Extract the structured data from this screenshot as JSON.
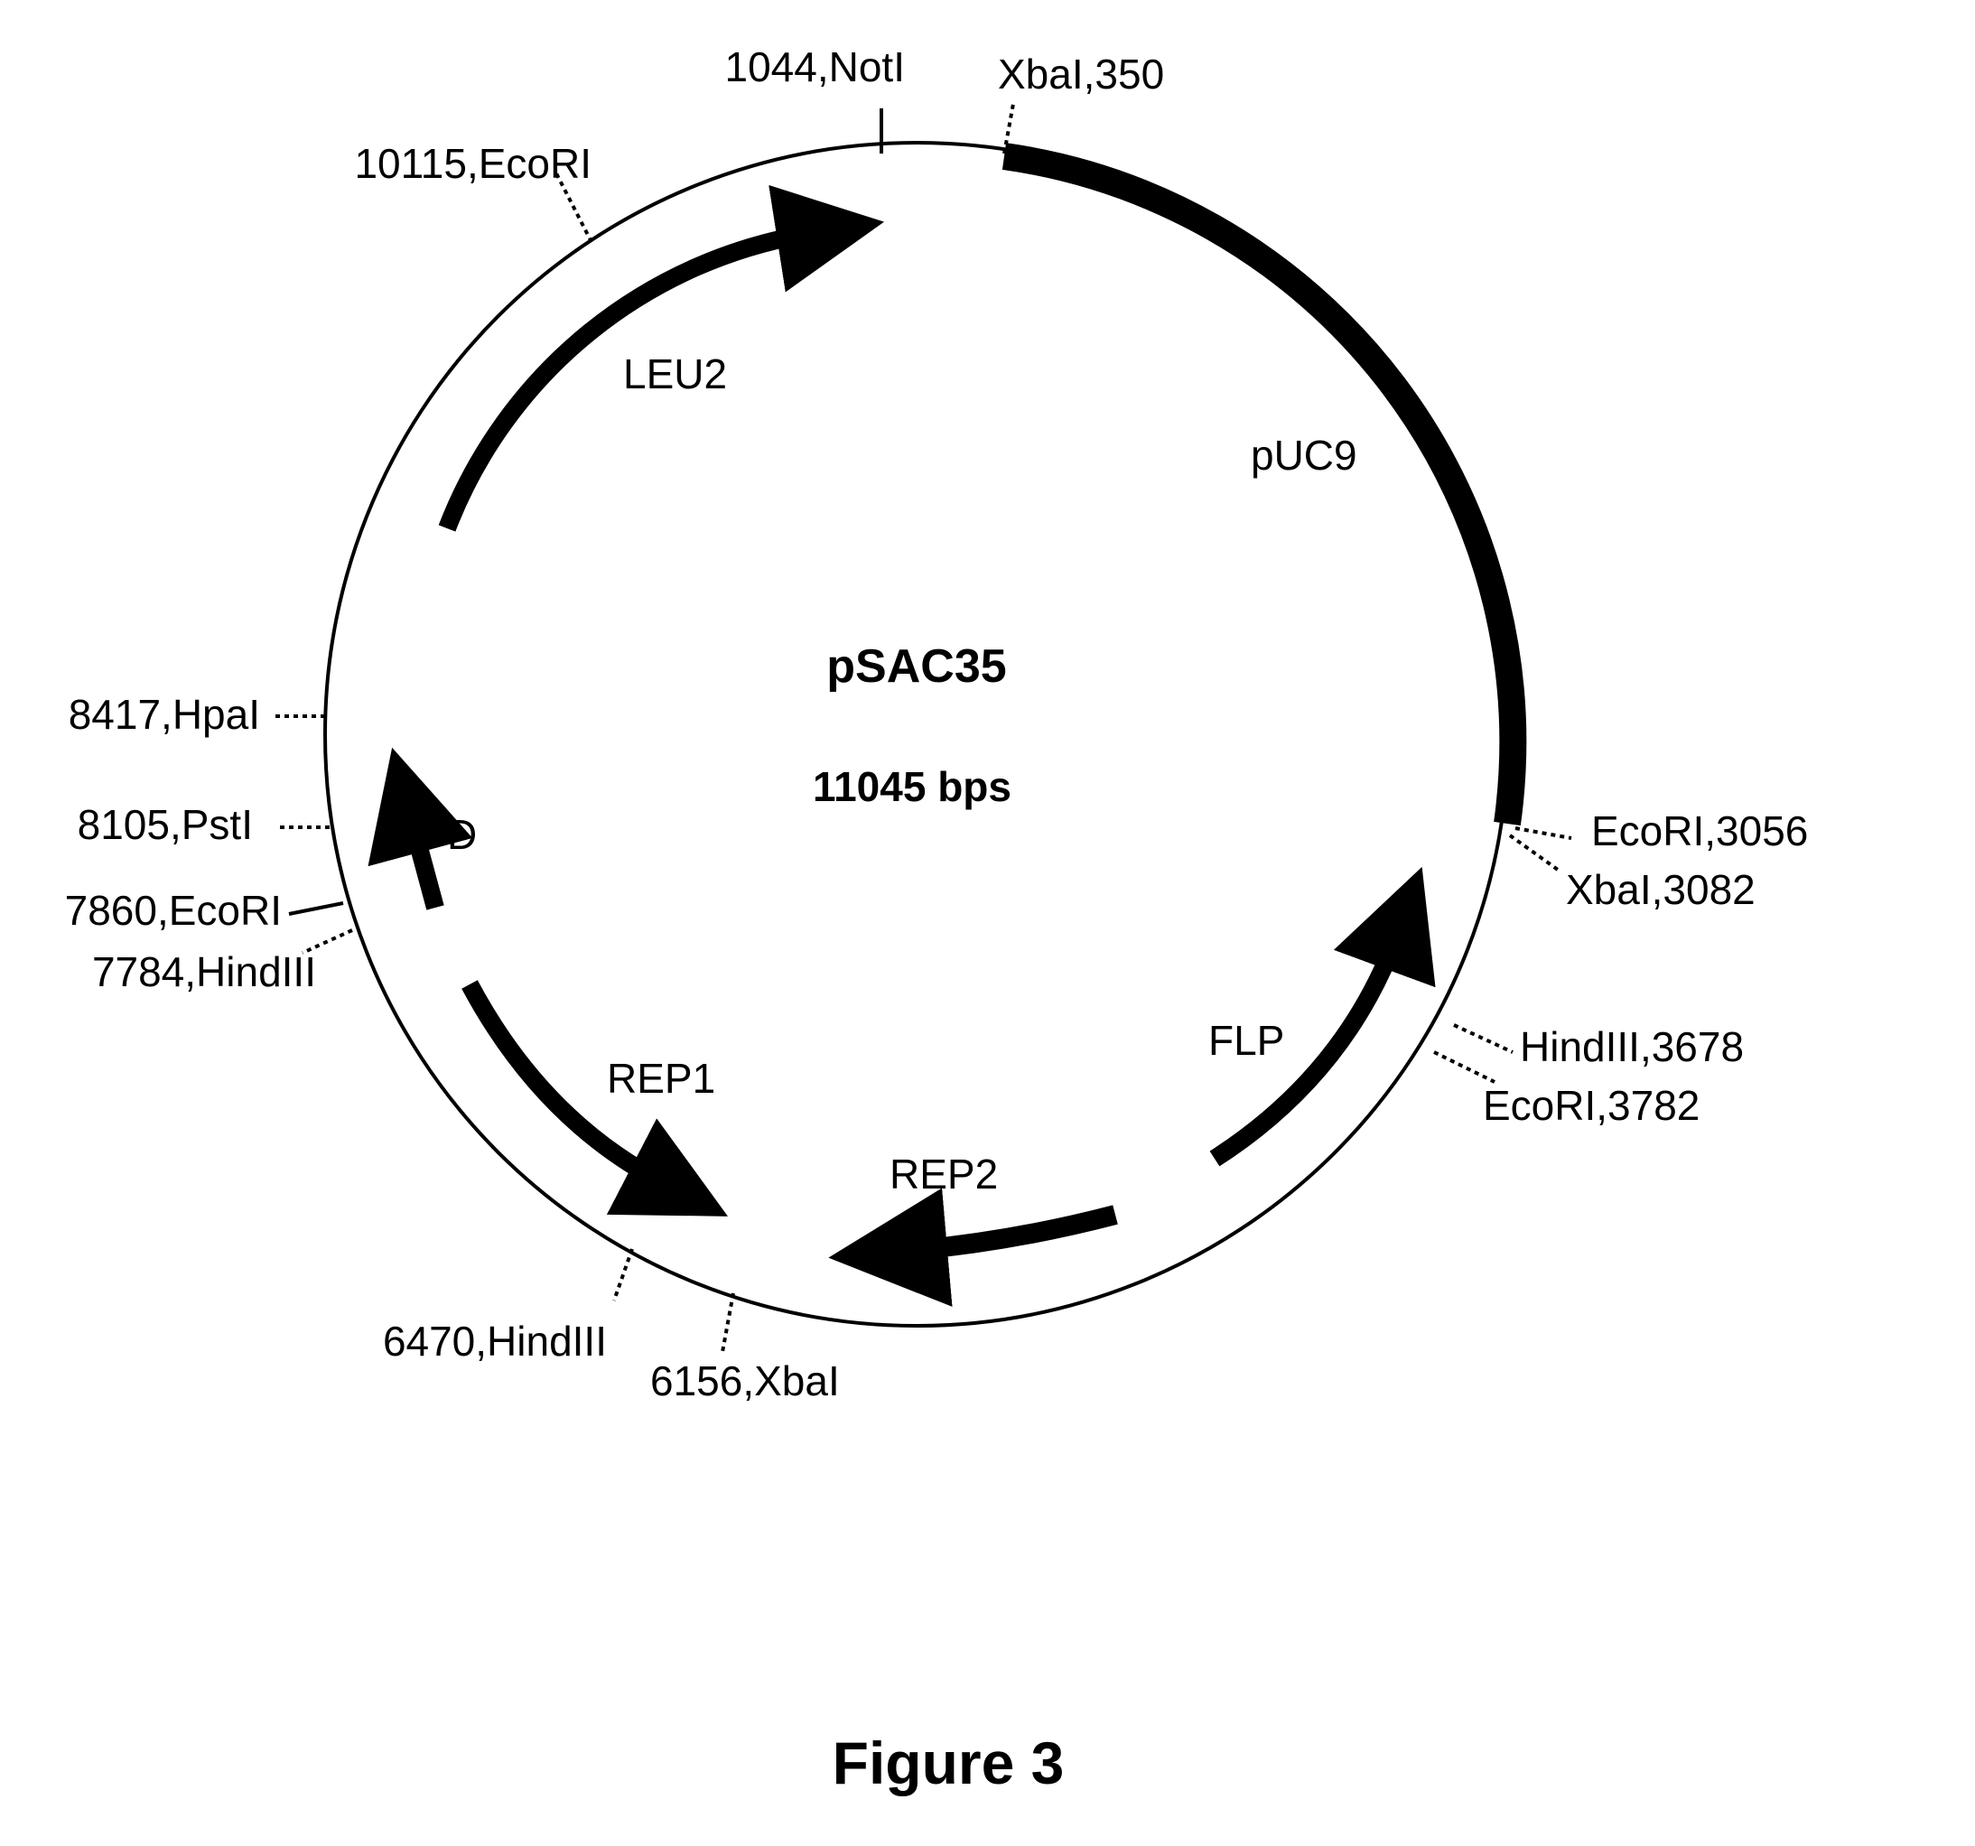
{
  "plasmid": {
    "name": "pSAC35",
    "size_label": "11045 bps"
  },
  "caption": "Figure 3",
  "features": [
    {
      "name": "pUC9"
    },
    {
      "name": "LEU2"
    },
    {
      "name": "D"
    },
    {
      "name": "REP1"
    },
    {
      "name": "REP2"
    },
    {
      "name": "FLP"
    }
  ],
  "sites": [
    {
      "label": "1044,NotI"
    },
    {
      "label": "XbaI,350"
    },
    {
      "label": "10115,EcoRI"
    },
    {
      "label": "8417,HpaI"
    },
    {
      "label": "8105,PstI"
    },
    {
      "label": "7860,EcoRI"
    },
    {
      "label": "7784,HindIII"
    },
    {
      "label": "EcoRI,3056"
    },
    {
      "label": "XbaI,3082"
    },
    {
      "label": "HindIII,3678"
    },
    {
      "label": "EcoRI,3782"
    },
    {
      "label": "6470,HindIII"
    },
    {
      "label": "6156,XbaI"
    }
  ]
}
